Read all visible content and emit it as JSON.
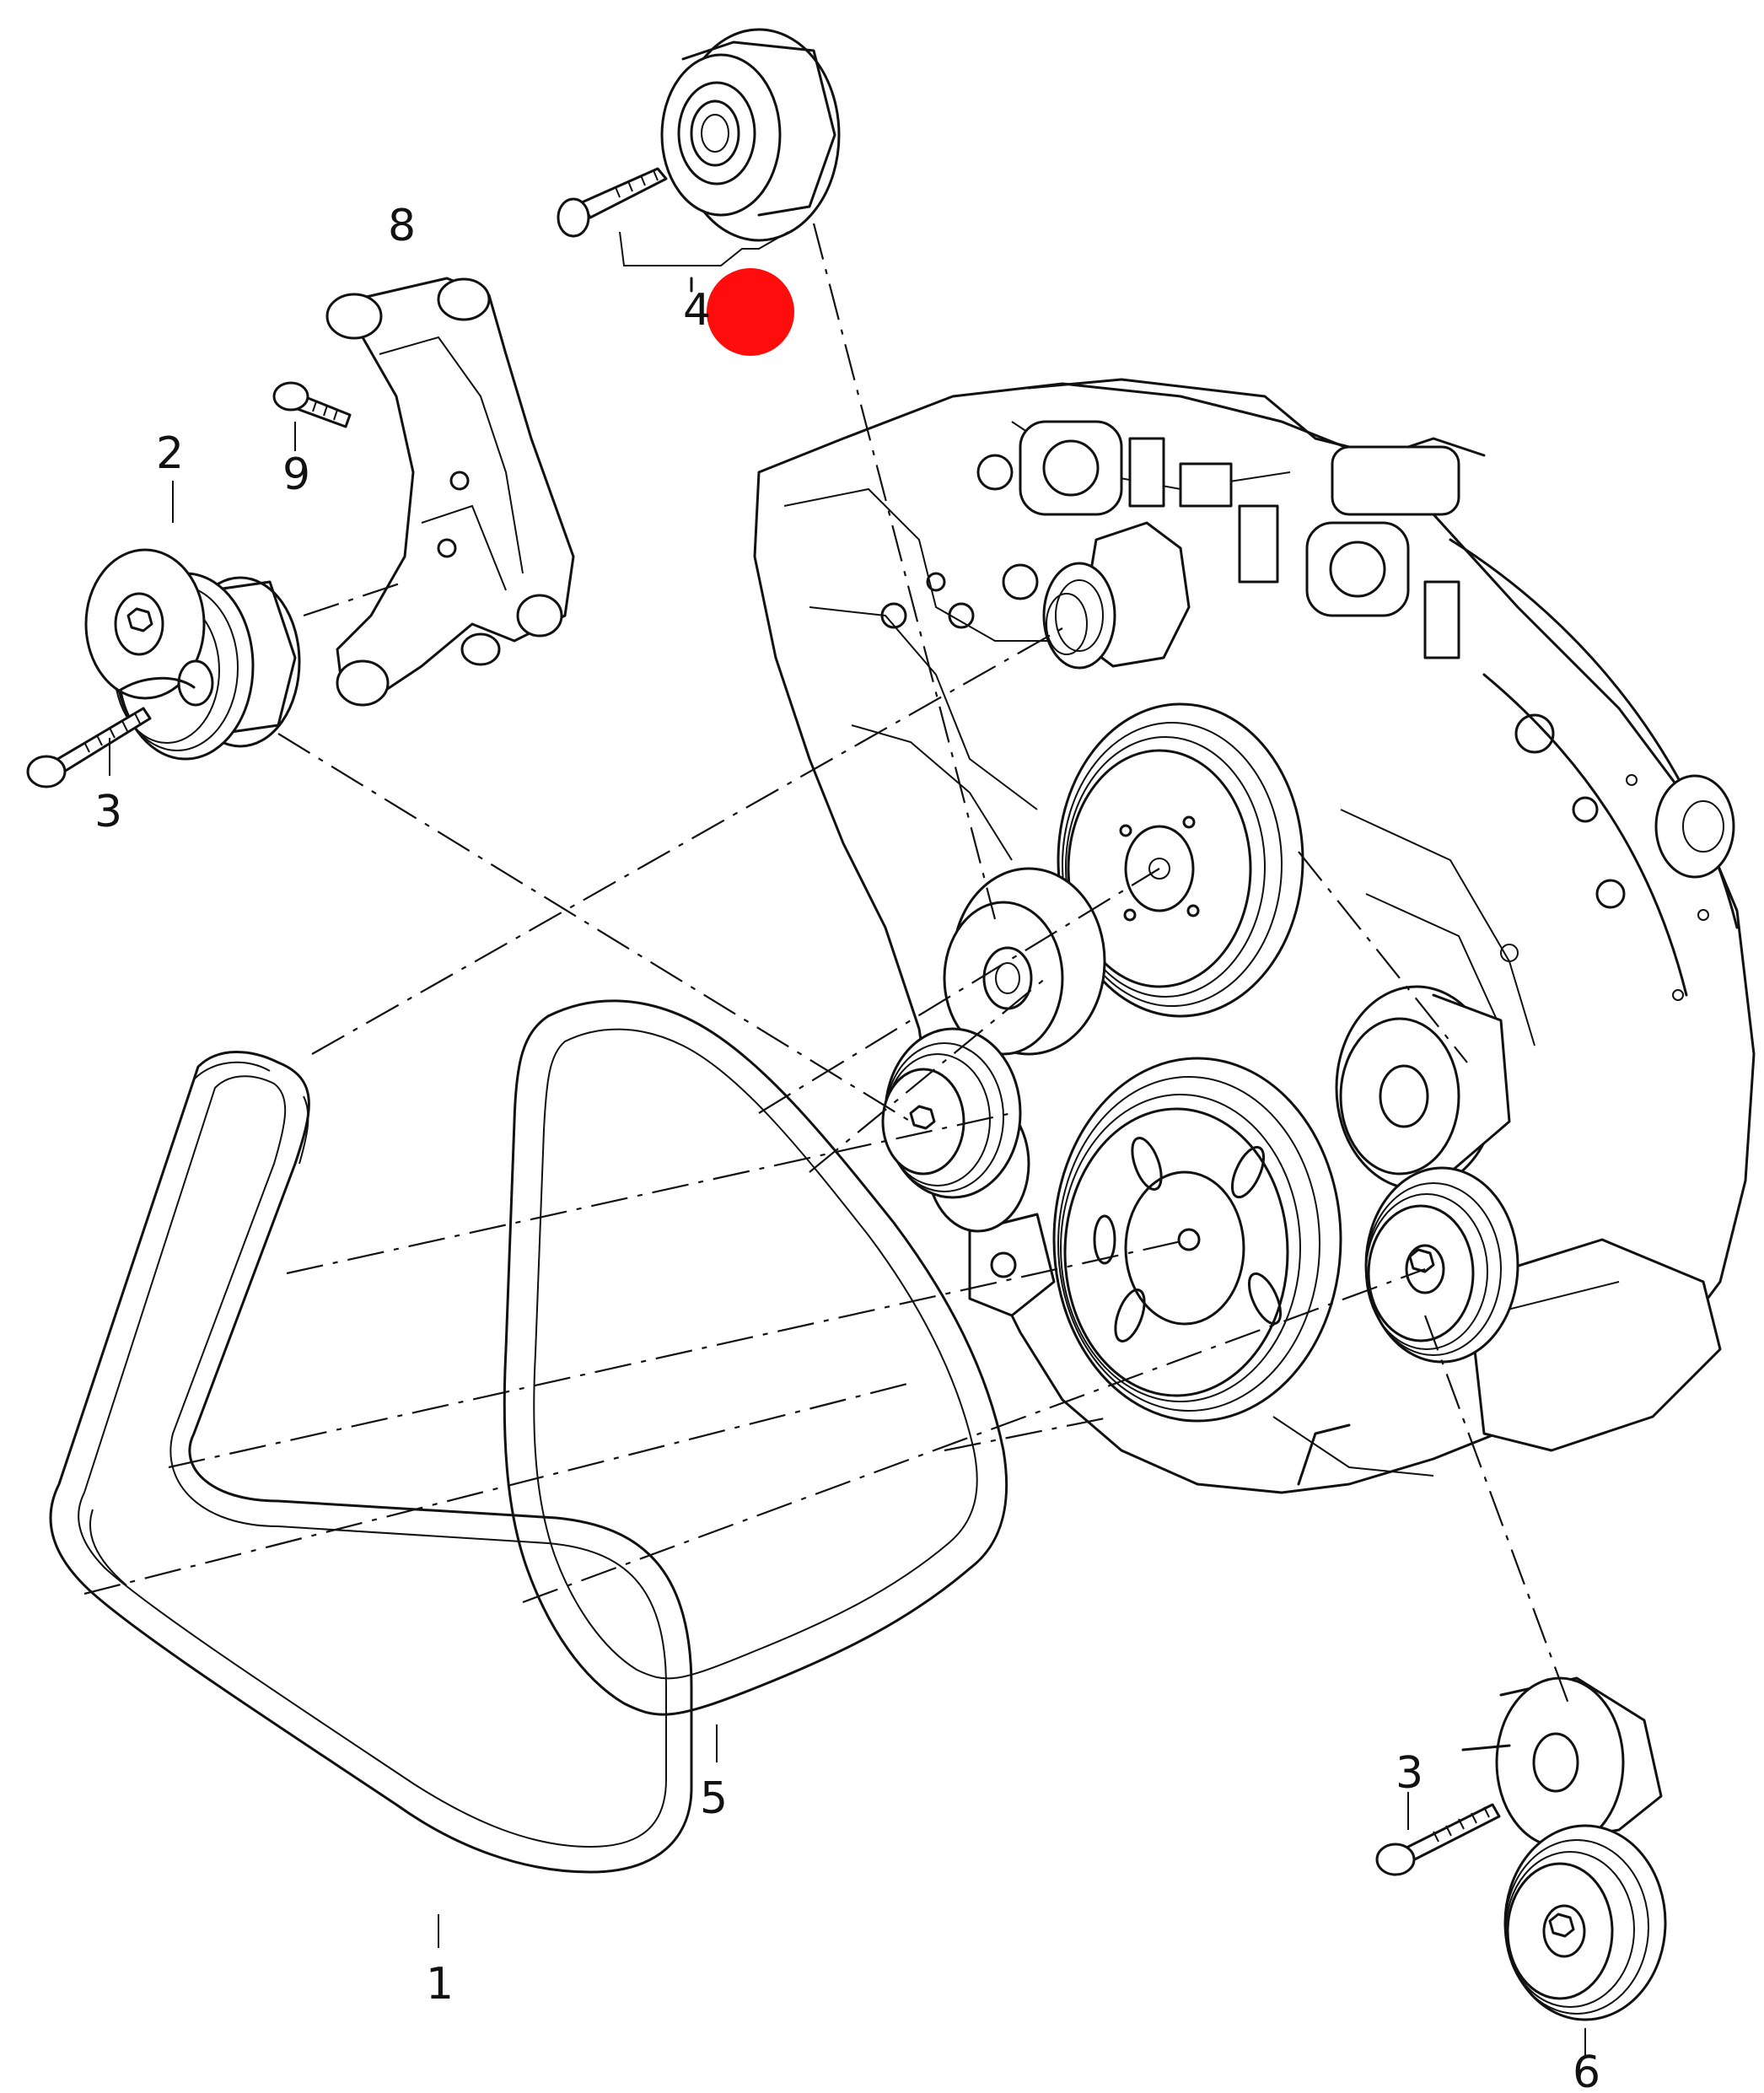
{
  "callouts": {
    "c1": "1",
    "c2": "2",
    "c3a": "3",
    "c3b": "3",
    "c4": "4",
    "c5": "5",
    "c6": "6",
    "c8": "8",
    "c9": "9"
  },
  "colors": {
    "line": "#111111",
    "background": "#ffffff",
    "marker": "#ff0000"
  }
}
